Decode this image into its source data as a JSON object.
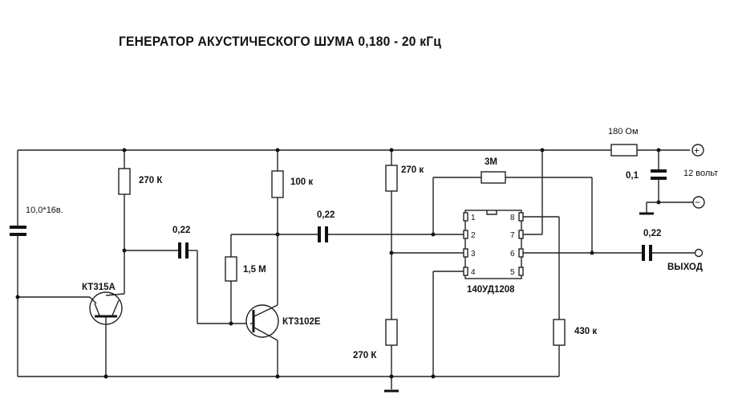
{
  "title": "ГЕНЕРАТОР АКУСТИЧЕСКОГО ШУМА 0,180 - 20 кГц",
  "labels": {
    "c_main": "10,0*16в.",
    "r_270k_a": "270 К",
    "q1": "КТ315А",
    "c1": "0,22",
    "r_15m": "1,5 М",
    "r_100k": "100 к",
    "q2": "КТ3102Е",
    "c2": "0,22",
    "r_270k_b": "270 к",
    "r_270k_c": "270 К",
    "r_3m": "3М",
    "r_180": "180 Ом",
    "c_01": "0,1",
    "supply": "12 вольт",
    "ic": "140УД1208",
    "r_430k": "430 к",
    "c_out": "0,22",
    "out": "ВЫХОД",
    "plus": "+",
    "minus": "−"
  },
  "ic_pins": [
    "1",
    "2",
    "3",
    "4",
    "5",
    "6",
    "7",
    "8"
  ]
}
